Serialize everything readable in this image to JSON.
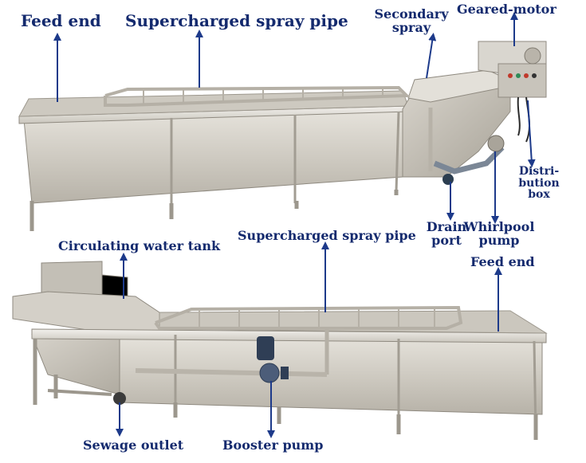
{
  "colors": {
    "label": "#142a6e",
    "arrow": "#1d3a8a",
    "steel_light": "#dcd9d2",
    "steel_mid": "#bdb8ae",
    "steel_dark": "#8f8a80",
    "background": "#ffffff"
  },
  "top_machine": {
    "labels": {
      "feed_end": "Feed end",
      "spray_pipe": "Supercharged spray pipe",
      "secondary_spray": [
        "Secondary",
        "spray"
      ],
      "geared_motor": "Geared-motor",
      "distribution_box": [
        "Distri-",
        "bution",
        "box"
      ],
      "drain_port": [
        "Drain",
        "port"
      ],
      "whirlpool_pump": [
        "Whirlpool",
        "pump"
      ]
    }
  },
  "bottom_machine": {
    "labels": {
      "circulating_tank": "Circulating water tank",
      "spray_pipe": "Supercharged spray pipe",
      "feed_end": "Feed end",
      "sewage_outlet": "Sewage outlet",
      "booster_pump": "Booster pump"
    }
  }
}
